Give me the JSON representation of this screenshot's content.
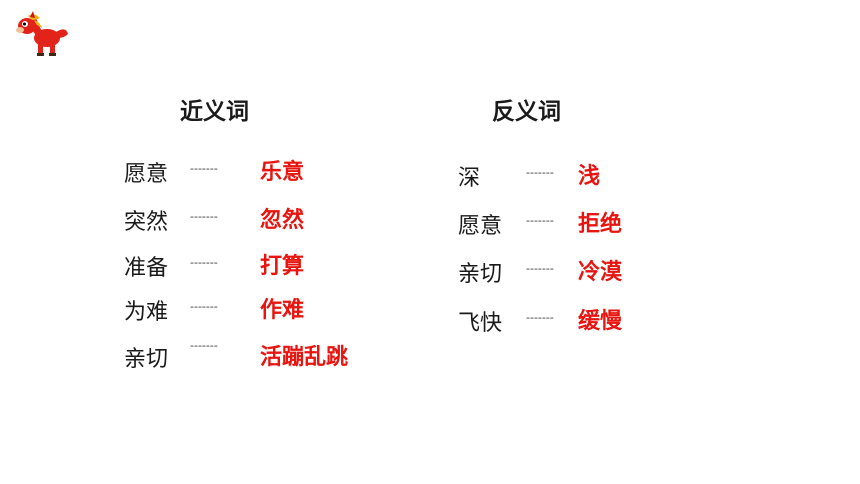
{
  "logo_icon": "red-horse-icon",
  "accent_color": "#e8140f",
  "synonyms": {
    "heading": "近义词",
    "pairs": [
      {
        "word": "愿意",
        "dash": "-------",
        "answer": "乐意"
      },
      {
        "word": "突然",
        "dash": "-------",
        "answer": "忽然"
      },
      {
        "word": "准备",
        "dash": "-------",
        "answer": "打算"
      },
      {
        "word": "为难",
        "dash": "-------",
        "answer": "作难"
      },
      {
        "word": "亲切",
        "dash": "-------",
        "answer": "活蹦乱跳"
      }
    ]
  },
  "antonyms": {
    "heading": "反义词",
    "pairs": [
      {
        "word": "深",
        "dash": "-------",
        "answer": "浅"
      },
      {
        "word": "愿意",
        "dash": "-------",
        "answer": "拒绝"
      },
      {
        "word": "亲切",
        "dash": "-------",
        "answer": "冷漠"
      },
      {
        "word": "飞快",
        "dash": "-------",
        "answer": "缓慢"
      }
    ]
  }
}
